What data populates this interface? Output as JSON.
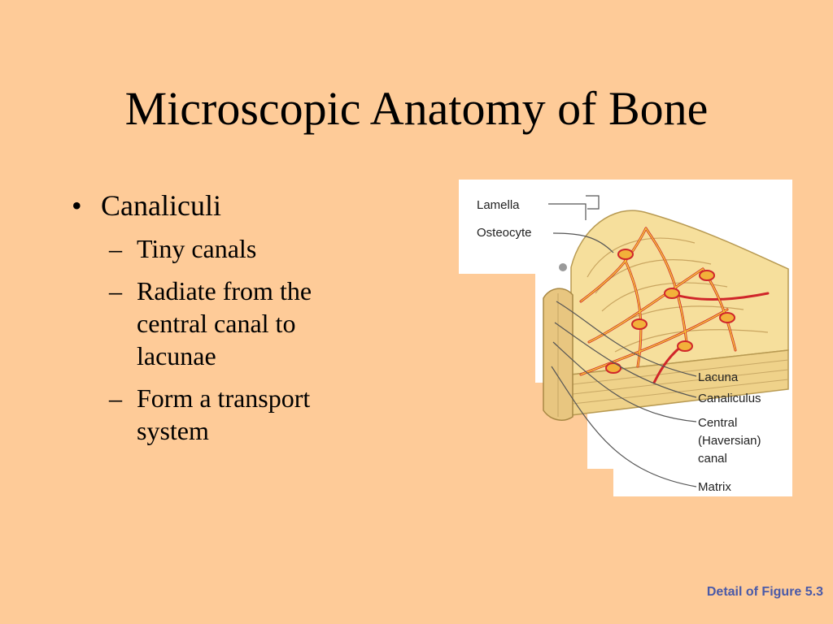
{
  "slide": {
    "title": "Microscopic Anatomy of Bone",
    "bullets": [
      {
        "text": "Canaliculi",
        "subbullets": [
          "Tiny canals",
          "Radiate from the central canal to lacunae",
          "Form a transport system"
        ]
      }
    ]
  },
  "figure": {
    "labels": {
      "lamella": "Lamella",
      "osteocyte": "Osteocyte",
      "lacuna": "Lacuna",
      "canaliculus": "Canaliculus",
      "central_1": "Central",
      "central_2": "(Haversian)",
      "central_3": "canal",
      "matrix": "Matrix"
    }
  },
  "caption": {
    "text": "Detail of Figure 5.3",
    "color": "#4a5aa8"
  },
  "colors": {
    "background": "#fecb98",
    "bone": "#f6df9c",
    "canal_red": "#d0262a",
    "canal_yellow": "#f6cb3a"
  }
}
